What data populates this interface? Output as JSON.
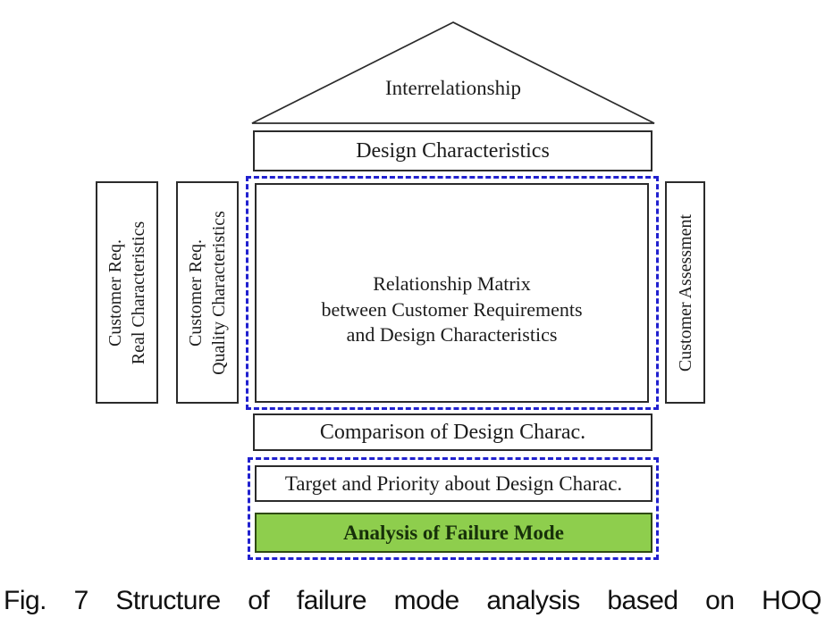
{
  "hoq": {
    "roof_label": "Interrelationship",
    "design_characteristics": "Design Characteristics",
    "customer_req_real": {
      "line1": "Customer Req.",
      "line2": "Real Characteristics"
    },
    "customer_req_quality": {
      "line1": "Customer Req.",
      "line2": "Quality Characteristics"
    },
    "relationship_matrix": {
      "line1": "Relationship Matrix",
      "line2": "between Customer Requirements",
      "line3": "and Design Characteristics"
    },
    "customer_assessment": "Customer Assessment",
    "comparison": "Comparison of Design Charac.",
    "target_priority": "Target and Priority about Design Charac.",
    "failure_mode_highlight": "Analysis of Failure Mode"
  },
  "caption": "Fig. 7 Structure of failure mode analysis based on HOQ",
  "colors": {
    "highlight_green": "#8ece4d",
    "dashed_outline_blue": "#2121cf",
    "box_border": "#2b2b2b"
  }
}
